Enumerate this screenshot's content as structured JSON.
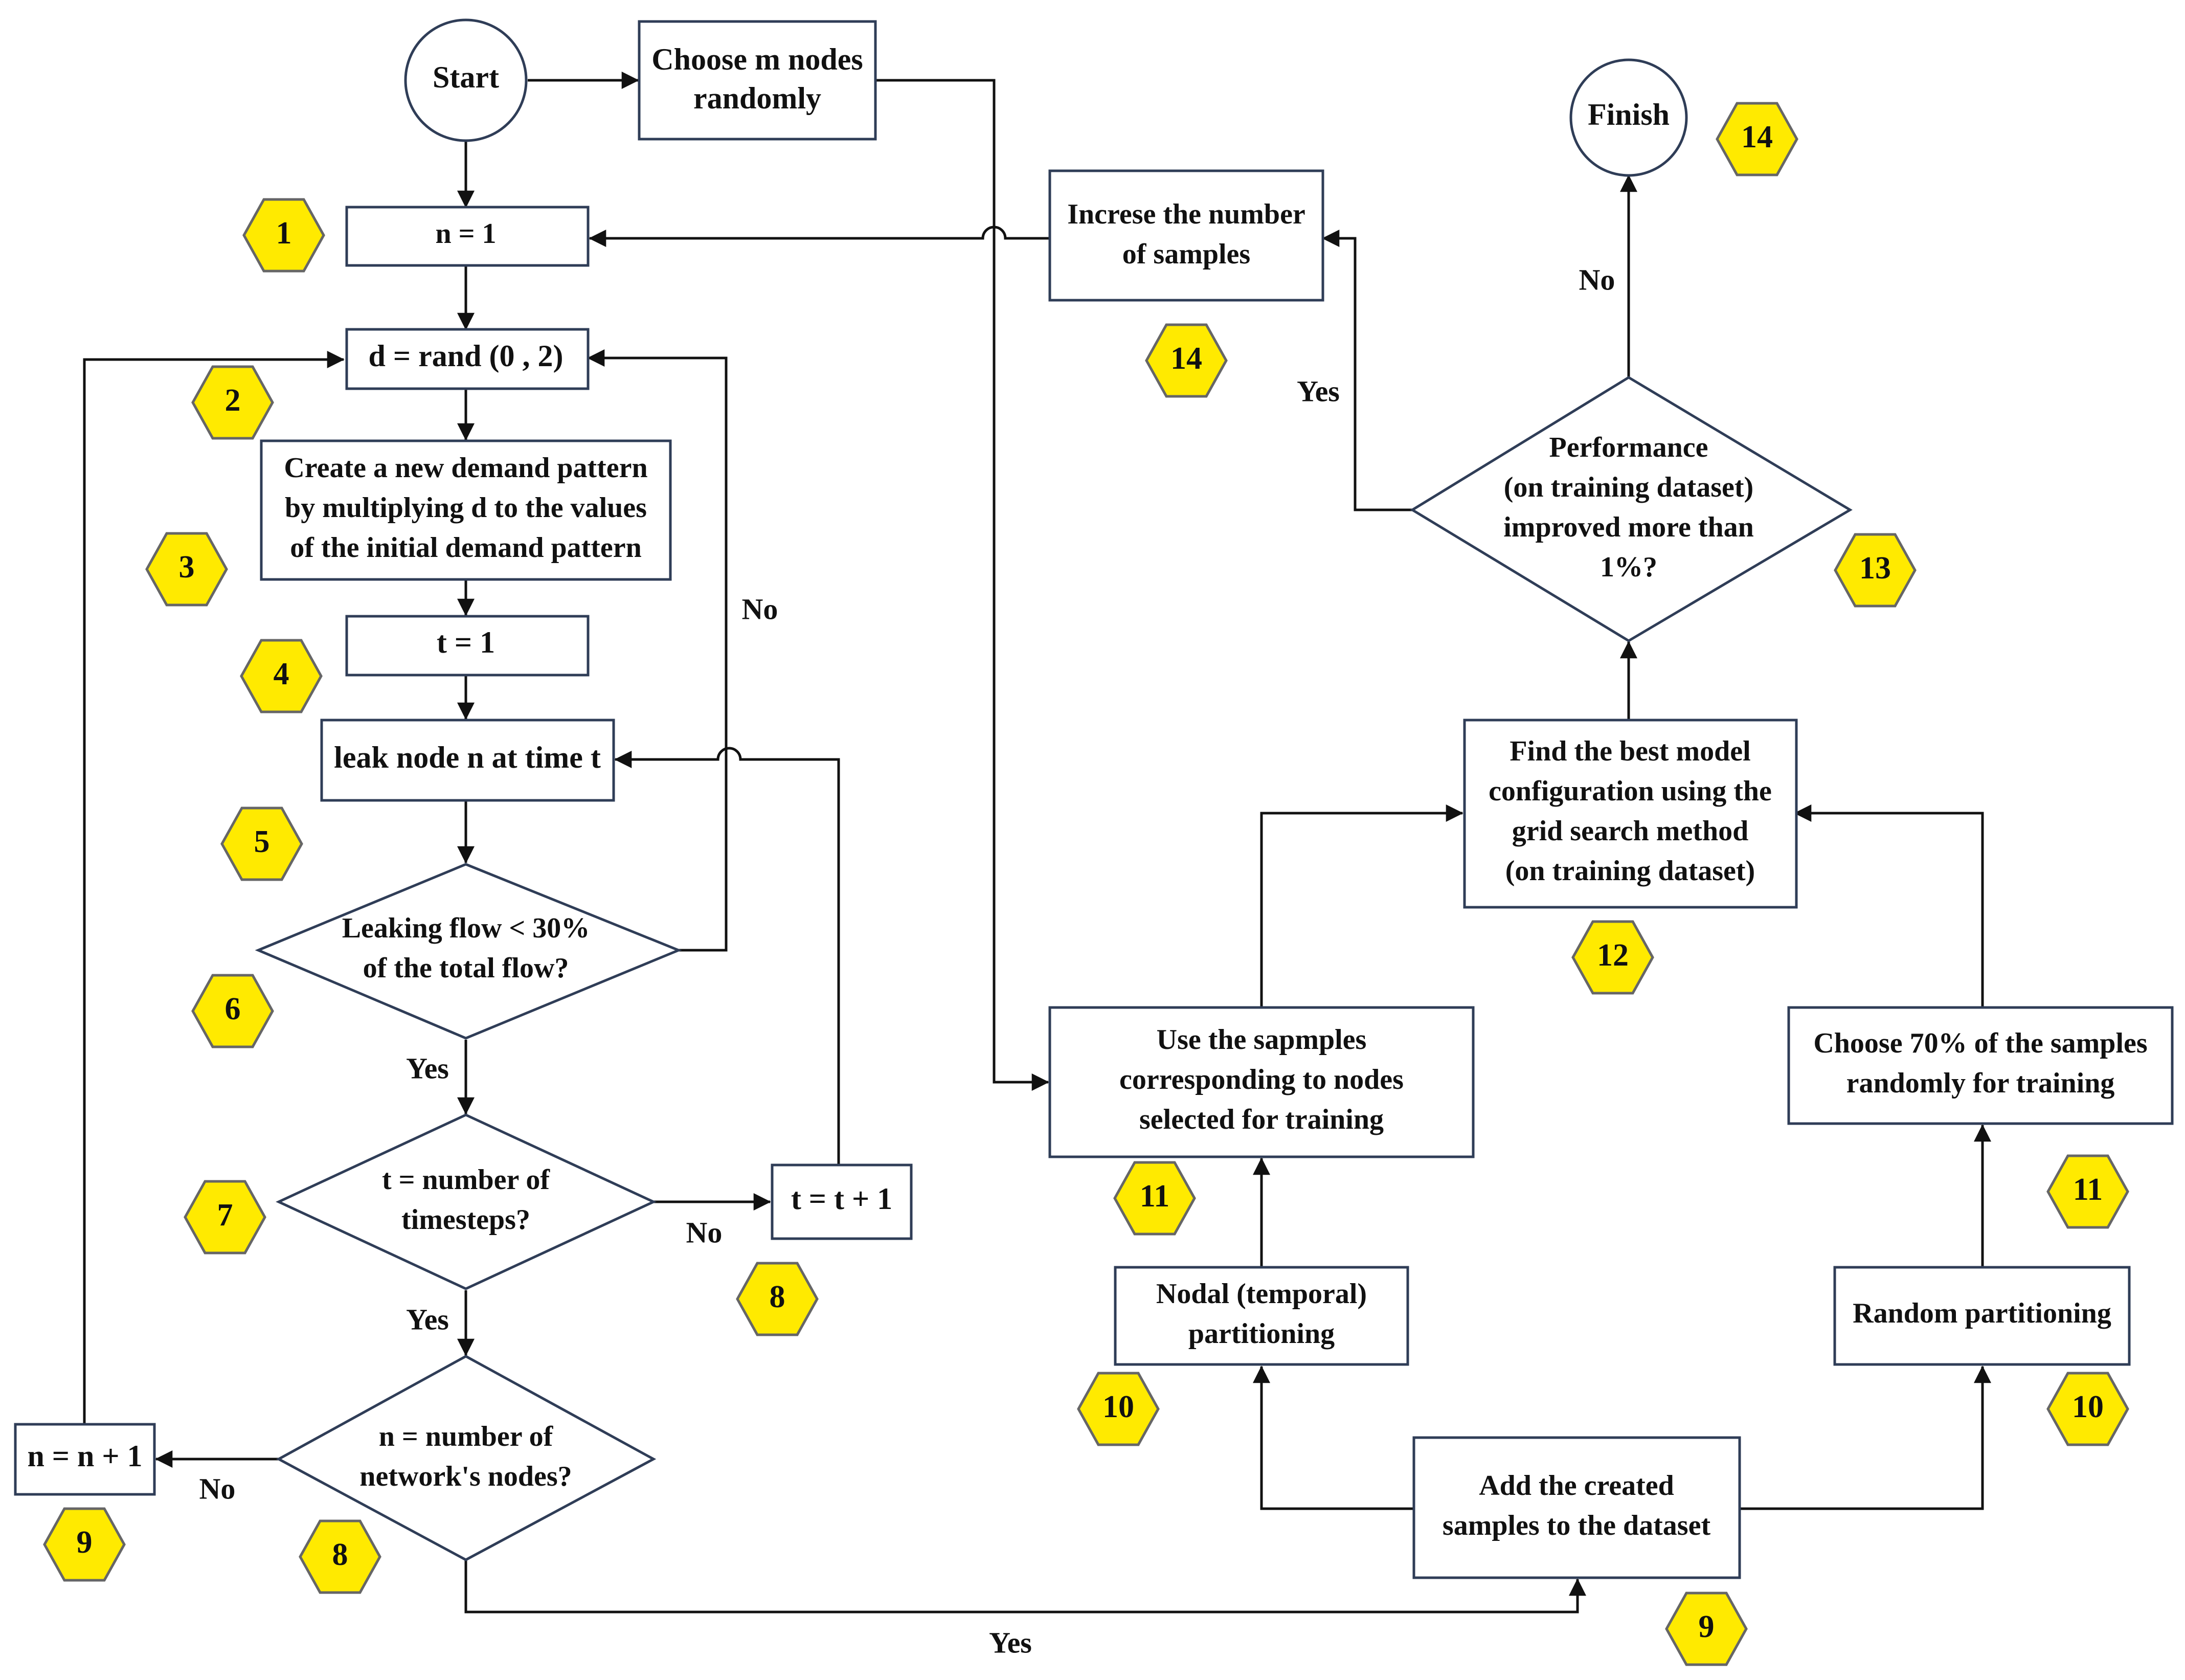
{
  "nodes": {
    "start": "Start",
    "choose_nodes": [
      "Choose m nodes",
      "randomly"
    ],
    "n_init": "n = 1",
    "d_rand": "d = rand (0 , 2)",
    "create_pattern": [
      "Create a new demand pattern",
      "by multiplying d to the values",
      "of the initial  demand pattern"
    ],
    "t_init": "t = 1",
    "leak": "leak node n at time t",
    "leak_check": [
      "Leaking flow < 30%",
      "of the total flow?"
    ],
    "t_check": [
      "t = number of",
      "timesteps?"
    ],
    "t_inc": "t = t + 1",
    "n_check": [
      "n = number of",
      "network's nodes?"
    ],
    "n_inc": "n = n + 1",
    "add_samples": [
      "Add the created",
      "samples to the dataset"
    ],
    "nodal_partition": [
      "Nodal (temporal)",
      "partitioning"
    ],
    "random_partition": "Random partitioning",
    "use_samples": [
      "Use the sapmples",
      "corresponding to nodes",
      "selected for training"
    ],
    "choose_70": [
      "Choose 70% of the samples",
      "randomly for training"
    ],
    "grid_search": [
      "Find the best model",
      "configuration using the",
      "grid search method",
      "(on training dataset)"
    ],
    "performance": [
      "Performance",
      "(on training dataset)",
      "improved more than",
      "1%?"
    ],
    "increase_samples": [
      "Increse the number",
      "of samples"
    ],
    "finish": "Finish"
  },
  "edge_labels": {
    "leak_no": "No",
    "leak_yes": "Yes",
    "t_no": "No",
    "t_yes": "Yes",
    "n_no": "No",
    "n_yes": "Yes",
    "perf_yes": "Yes",
    "perf_no": "No"
  },
  "steps": {
    "s1": "1",
    "s2": "2",
    "s3": "3",
    "s4": "4",
    "s5": "5",
    "s6": "6",
    "s7": "7",
    "s8a": "8",
    "s8b": "8",
    "s9a": "9",
    "s9b": "9",
    "s10a": "10",
    "s10b": "10",
    "s11a": "11",
    "s11b": "11",
    "s12": "12",
    "s13": "13",
    "s14a": "14",
    "s14b": "14"
  },
  "colors": {
    "marker_fill": "#ffea00",
    "shape_stroke": "#2f3d57"
  }
}
